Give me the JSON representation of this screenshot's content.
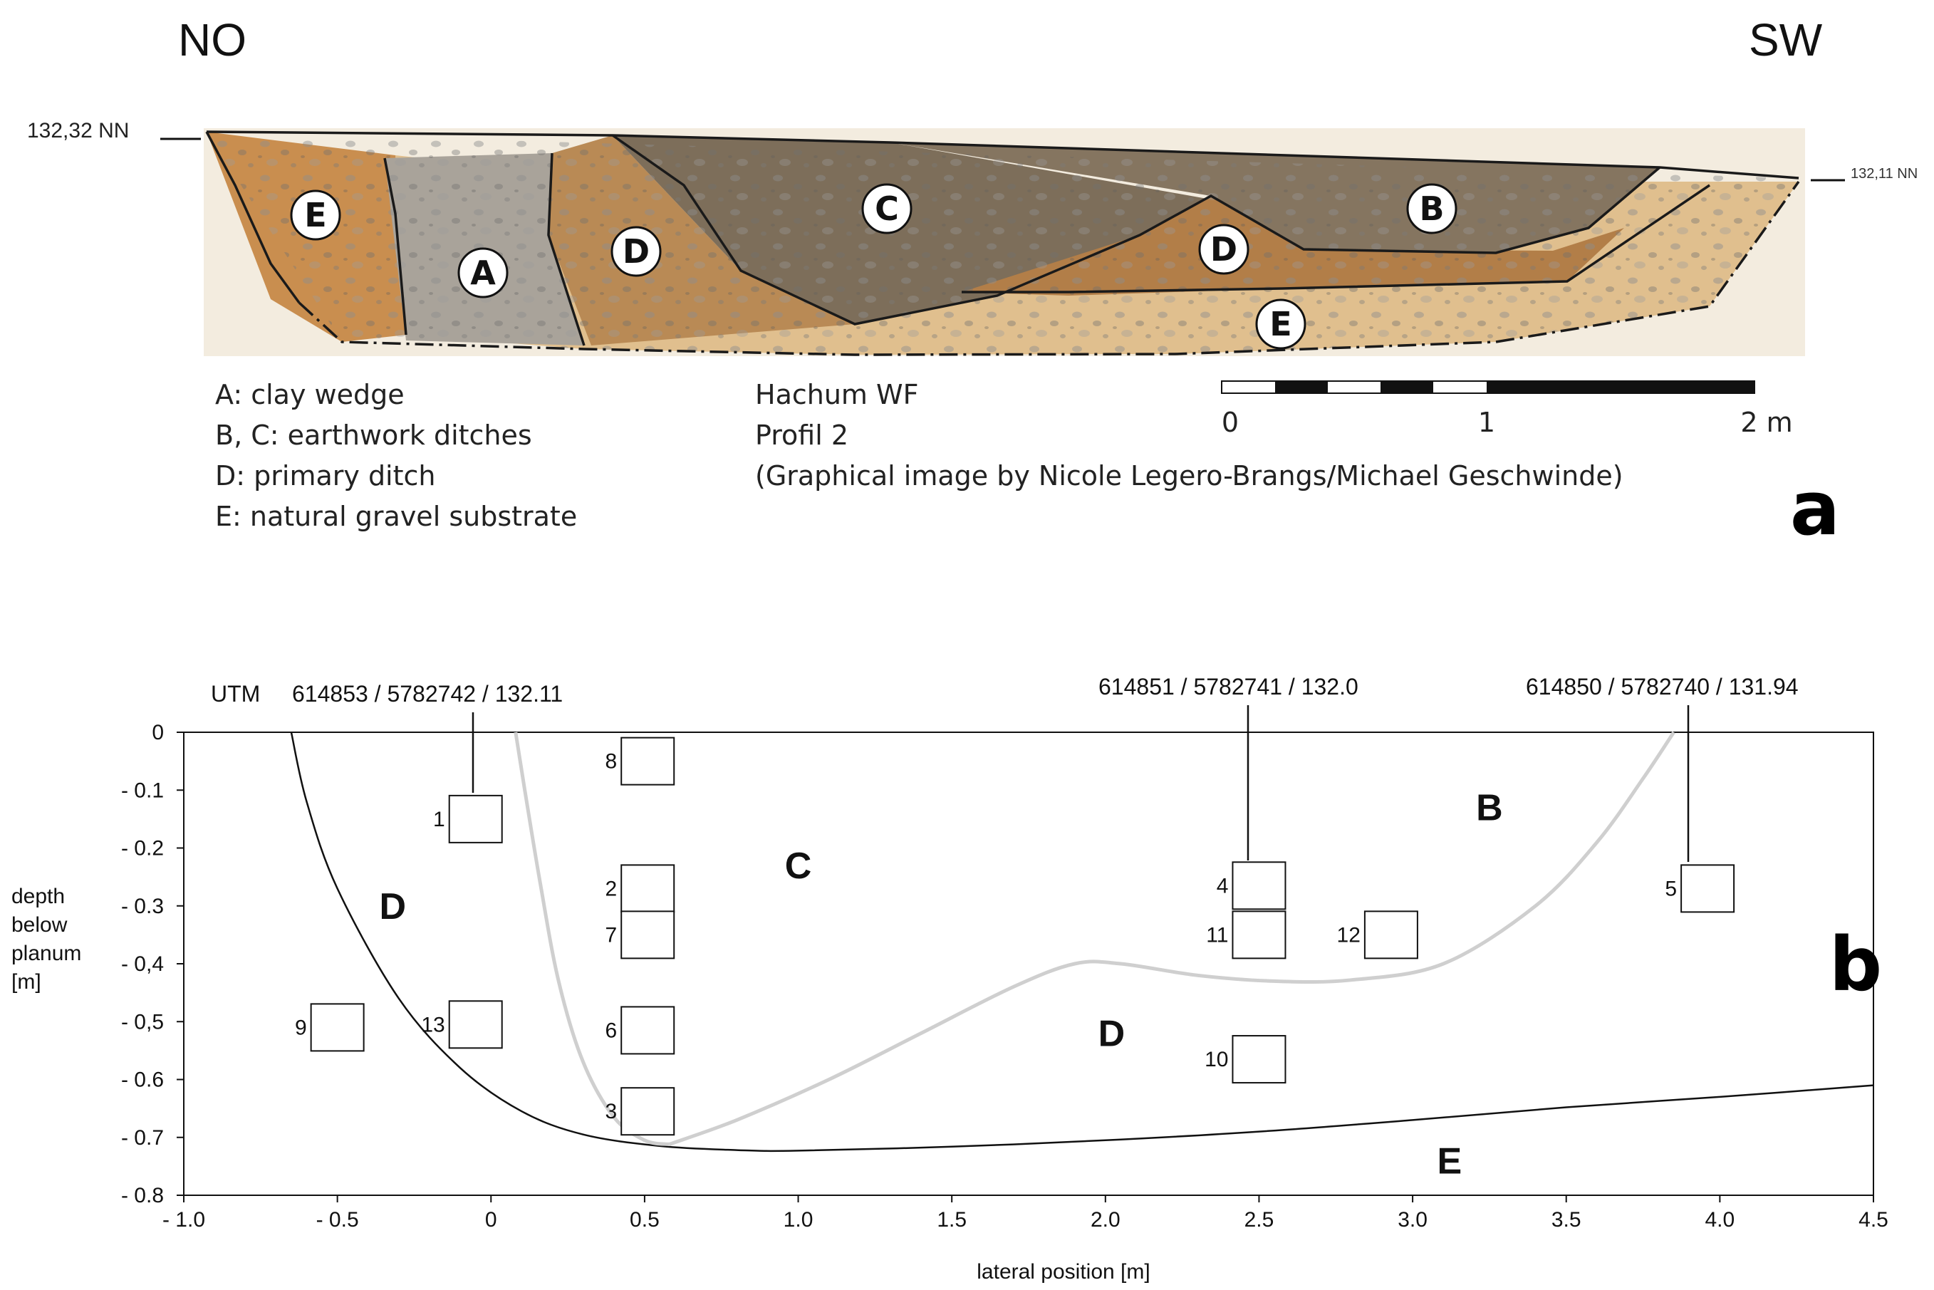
{
  "panel_a": {
    "direction_left": "NO",
    "direction_right": "SW",
    "elevation_left": "132,32 NN",
    "elevation_right": "132,11 NN",
    "unit_labels": [
      "E",
      "A",
      "D",
      "C",
      "D",
      "B",
      "E"
    ],
    "legend": [
      "A: clay wedge",
      "B, C: earthwork ditches",
      "D: primary ditch",
      "E: natural gravel substrate"
    ],
    "caption": [
      "Hachum WF",
      "Profil 2",
      "(Graphical image by Nicole Legero-Brangs/Michael Geschwinde)"
    ],
    "scale_labels": [
      "0",
      "1",
      "2 m"
    ],
    "panel_letter": "a"
  },
  "panel_b": {
    "panel_letter": "b",
    "utm_label": "UTM",
    "coordinates": [
      "614853 / 5782742 / 132.11",
      "614851 / 5782741 / 132.0",
      "614850 / 5782740 / 131.94"
    ],
    "xlabel": "lateral position [m]",
    "ylabel": [
      "depth",
      "below",
      "planum",
      "[m]"
    ],
    "x_ticks": [
      "- 1.0",
      "- 0.5",
      "0",
      "0.5",
      "1.0",
      "1.5",
      "2.0",
      "2.5",
      "3.0",
      "3.5",
      "4.0",
      "4.5"
    ],
    "y_ticks": [
      "0",
      "- 0.1",
      "- 0.2",
      "- 0.3",
      "- 0,4",
      "- 0,5",
      "- 0.6",
      "- 0.7",
      "- 0.8"
    ],
    "zone_labels": [
      {
        "text": "D",
        "x": -0.32,
        "y": -0.3
      },
      {
        "text": "C",
        "x": 1.0,
        "y": -0.23
      },
      {
        "text": "B",
        "x": 3.25,
        "y": -0.13
      },
      {
        "text": "D",
        "x": 2.02,
        "y": -0.52
      },
      {
        "text": "E",
        "x": 3.12,
        "y": -0.74
      }
    ],
    "samples": [
      {
        "id": "1",
        "x": -0.05,
        "y": -0.15
      },
      {
        "id": "2",
        "x": 0.51,
        "y": -0.27
      },
      {
        "id": "3",
        "x": 0.51,
        "y": -0.655
      },
      {
        "id": "4",
        "x": 2.5,
        "y": -0.265
      },
      {
        "id": "5",
        "x": 3.96,
        "y": -0.27
      },
      {
        "id": "6",
        "x": 0.51,
        "y": -0.515
      },
      {
        "id": "7",
        "x": 0.51,
        "y": -0.35
      },
      {
        "id": "8",
        "x": 0.51,
        "y": -0.05
      },
      {
        "id": "9",
        "x": -0.5,
        "y": -0.51
      },
      {
        "id": "10",
        "x": 2.5,
        "y": -0.565
      },
      {
        "id": "11",
        "x": 2.5,
        "y": -0.35
      },
      {
        "id": "12",
        "x": 2.93,
        "y": -0.35
      },
      {
        "id": "13",
        "x": -0.05,
        "y": -0.505
      }
    ],
    "boundary_black": [
      [
        -0.65,
        0.0
      ],
      [
        -0.6,
        -0.12
      ],
      [
        -0.5,
        -0.27
      ],
      [
        -0.3,
        -0.46
      ],
      [
        -0.1,
        -0.58
      ],
      [
        0.1,
        -0.655
      ],
      [
        0.3,
        -0.695
      ],
      [
        0.55,
        -0.715
      ],
      [
        0.8,
        -0.722
      ],
      [
        1.0,
        -0.723
      ],
      [
        1.5,
        -0.716
      ],
      [
        2.0,
        -0.705
      ],
      [
        2.5,
        -0.69
      ],
      [
        3.0,
        -0.67
      ],
      [
        3.5,
        -0.648
      ],
      [
        4.0,
        -0.63
      ],
      [
        4.5,
        -0.61
      ]
    ],
    "boundary_grey_c": [
      [
        0.08,
        0.0
      ],
      [
        0.11,
        -0.1
      ],
      [
        0.16,
        -0.26
      ],
      [
        0.22,
        -0.43
      ],
      [
        0.3,
        -0.57
      ],
      [
        0.4,
        -0.665
      ],
      [
        0.5,
        -0.705
      ],
      [
        0.58,
        -0.712
      ]
    ],
    "boundary_grey_d": [
      [
        0.58,
        -0.712
      ],
      [
        0.8,
        -0.67
      ],
      [
        1.1,
        -0.6
      ],
      [
        1.4,
        -0.52
      ],
      [
        1.7,
        -0.44
      ],
      [
        1.9,
        -0.4
      ],
      [
        2.05,
        -0.4
      ],
      [
        2.3,
        -0.42
      ],
      [
        2.55,
        -0.43
      ],
      [
        2.8,
        -0.428
      ],
      [
        3.1,
        -0.4
      ],
      [
        3.4,
        -0.3
      ],
      [
        3.6,
        -0.19
      ],
      [
        3.75,
        -0.08
      ],
      [
        3.85,
        0.0
      ]
    ],
    "xlim": [
      -1.0,
      4.5
    ],
    "ylim": [
      -0.8,
      0.0
    ]
  },
  "colors": {
    "outline": "#1a1a1a",
    "grey_boundary": "#cfcfcf",
    "clay": "#a9a39a",
    "ditch_dark": "#7d6e5a",
    "ditch_primary": "#b98a55",
    "gravel": "#e0bf8e"
  }
}
